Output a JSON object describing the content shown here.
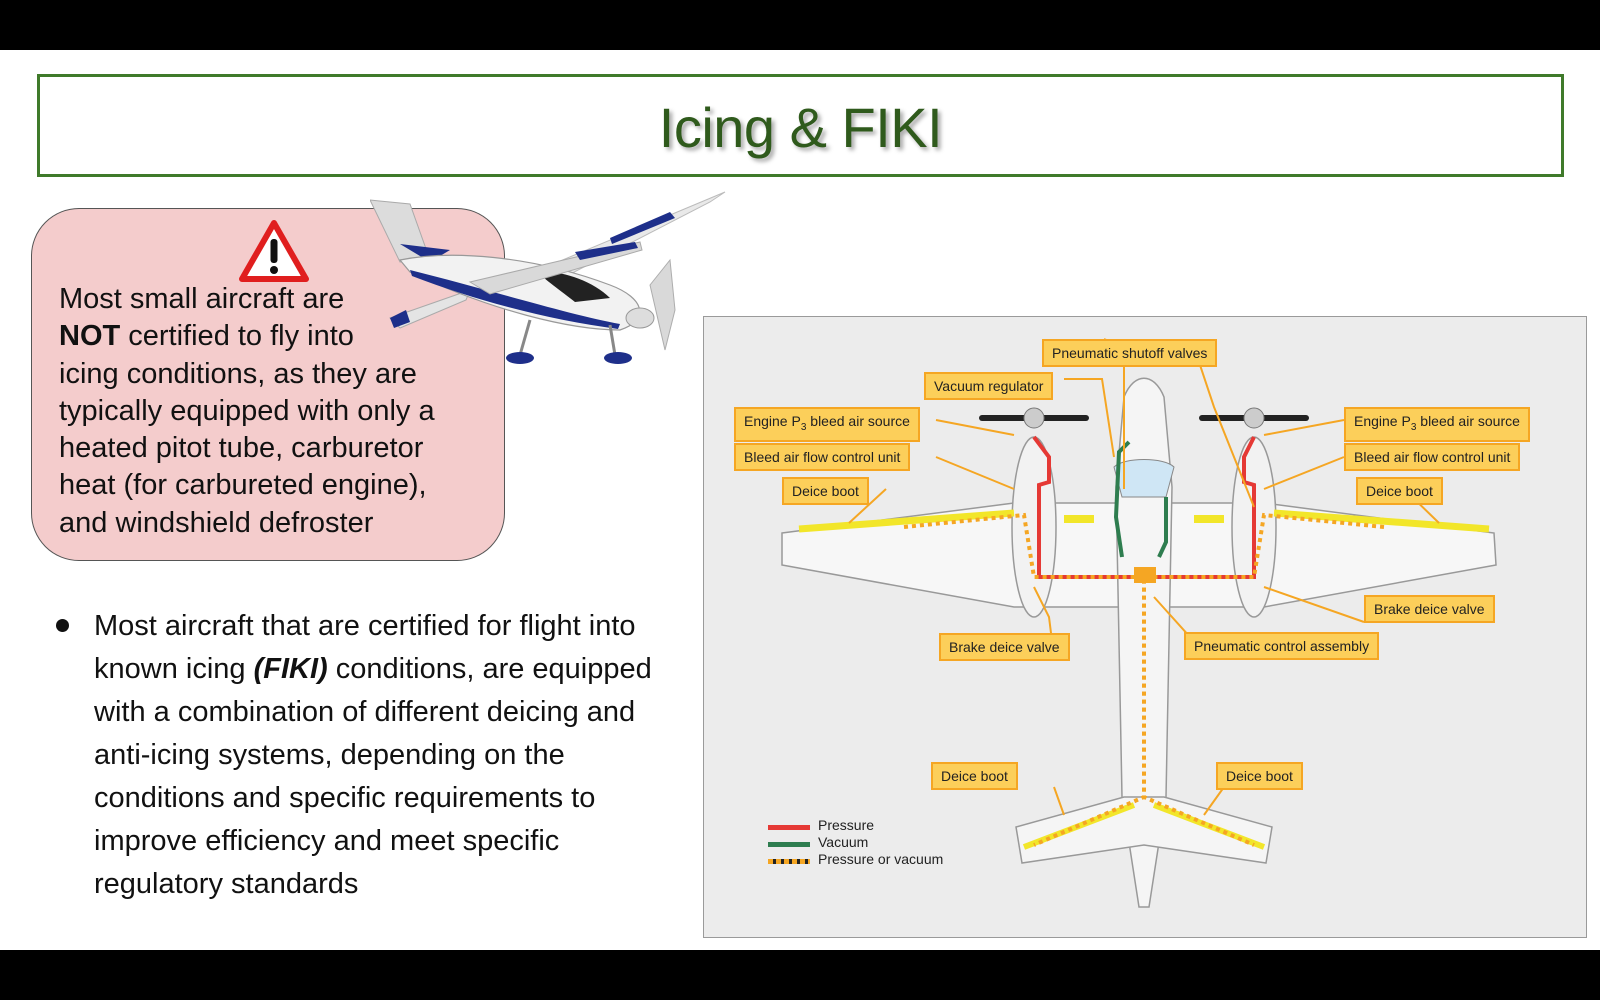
{
  "title": "Icing & FIKI",
  "warning": {
    "line1": "Most small aircraft are",
    "not_word": "NOT",
    "line2_rest": " certified to fly into",
    "line3": "icing conditions, as they are",
    "line4": "typically equipped with only a",
    "line5": "heated pitot tube, carburetor",
    "line6": "heat (for carbureted engine),",
    "line7": "and windshield defroster"
  },
  "bullet": {
    "part1": "Most aircraft that are certified for flight into known icing ",
    "emph": "(FIKI)",
    "part2": " conditions, are equipped with a combination of different deicing and anti-icing systems, depending on the conditions and specific requirements to improve efficiency and meet specific regulatory standards"
  },
  "diagram": {
    "labels": {
      "pneumatic_shutoff": "Pneumatic shutoff valves",
      "vacuum_regulator": "Vacuum regulator",
      "engine_bleed_left_pre": "Engine P",
      "engine_bleed_sub": "3",
      "engine_bleed_post": " bleed air source",
      "bleed_flow_left": "Bleed air flow control unit",
      "bleed_flow_right": "Bleed air flow control unit",
      "deice_boot_left_wing": "Deice boot",
      "deice_boot_right_wing": "Deice boot",
      "brake_deice_left": "Brake deice valve",
      "brake_deice_right": "Brake deice valve",
      "pneumatic_control": "Pneumatic control assembly",
      "deice_boot_left_tail": "Deice boot",
      "deice_boot_right_tail": "Deice boot"
    },
    "legend": [
      {
        "label": "Pressure",
        "color": "#e53935"
      },
      {
        "label": "Vacuum",
        "color": "#2e7d4f"
      },
      {
        "label": "Pressure or vacuum",
        "color": "#f5a623"
      }
    ]
  },
  "colors": {
    "title_green": "#2f5a1c",
    "warning_bg": "#f4cccc",
    "callout_bg": "#fccf5a",
    "callout_border": "#f5a623"
  }
}
